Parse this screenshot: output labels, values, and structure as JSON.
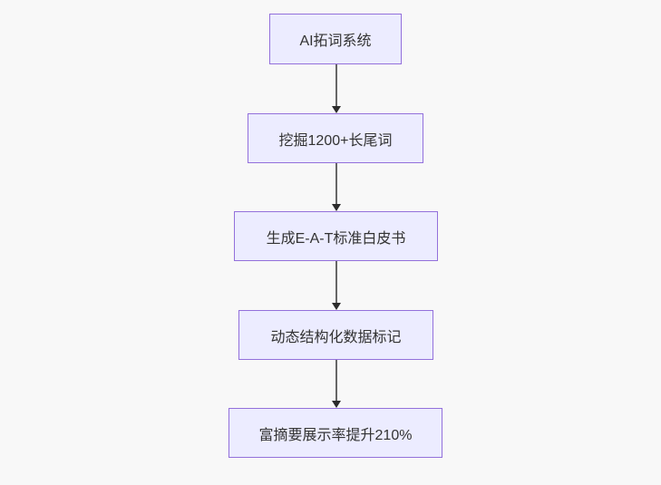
{
  "flowchart": {
    "type": "flowchart",
    "direction": "top-down",
    "nodes": [
      {
        "id": "n1",
        "label": "AI拓词系统"
      },
      {
        "id": "n2",
        "label": "挖掘1200+长尾词"
      },
      {
        "id": "n3",
        "label": "生成E-A-T标准白皮书"
      },
      {
        "id": "n4",
        "label": "动态结构化数据标记"
      },
      {
        "id": "n5",
        "label": "富摘要展示率提升210%"
      }
    ],
    "edges": [
      {
        "from": "n1",
        "to": "n2"
      },
      {
        "from": "n2",
        "to": "n3"
      },
      {
        "from": "n3",
        "to": "n4"
      },
      {
        "from": "n4",
        "to": "n5"
      }
    ],
    "colors": {
      "node_fill": "#ECECFF",
      "node_border": "#9370DB",
      "edge_line": "#666666",
      "arrowhead": "#2b2b2b",
      "text": "#333333",
      "background": "#f8f8f8"
    }
  }
}
